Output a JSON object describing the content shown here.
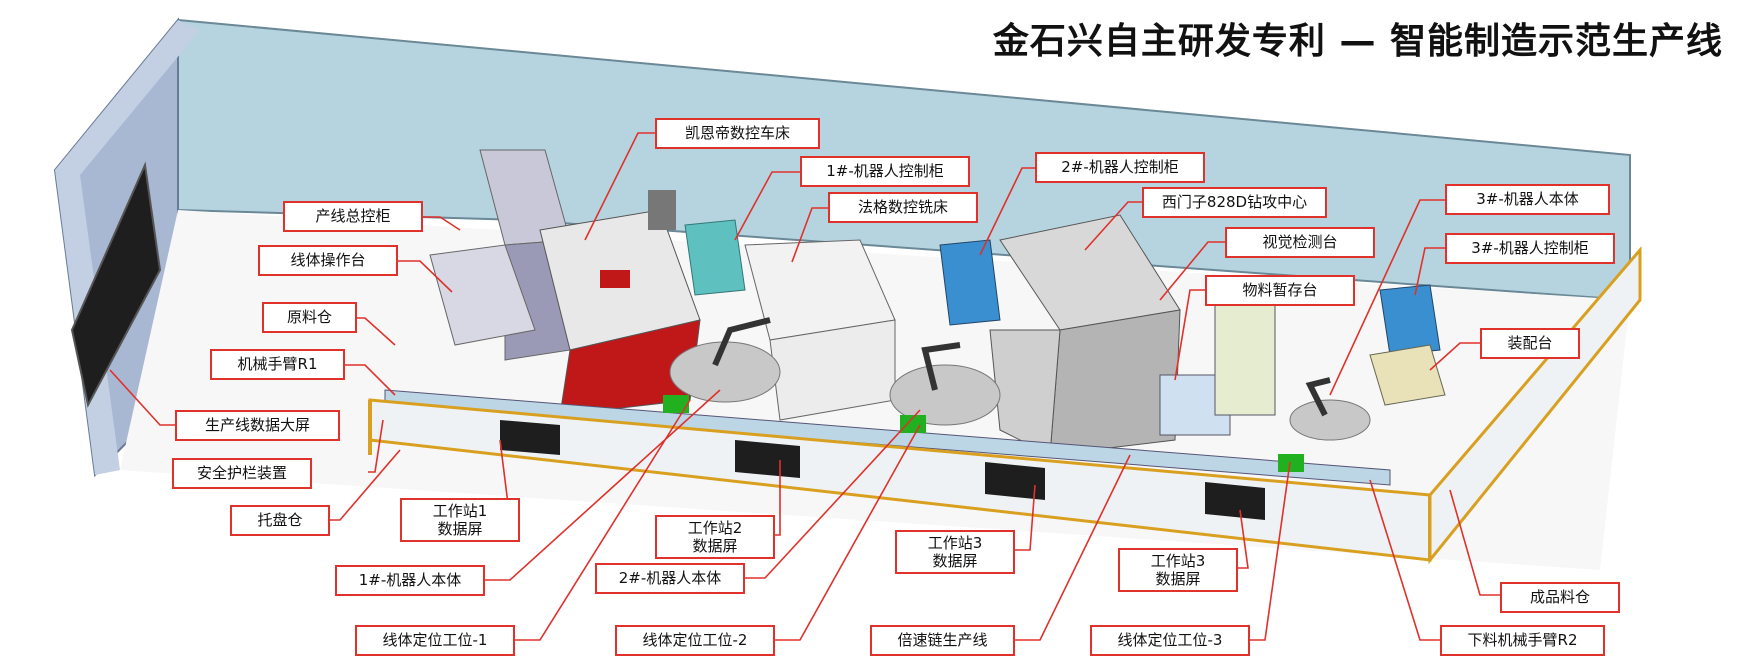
{
  "title": "金石兴自主研发专利 — 智能制造示范生产线",
  "colors": {
    "callout": "#e0312b",
    "wall": "#b6d4e0",
    "floor": "#ffffff"
  },
  "labels": {
    "kaien_lathe": "凯恩帝数控车床",
    "robot1_cabinet": "1#-机器人控制柜",
    "fage_mill": "法格数控铣床",
    "robot2_cabinet": "2#-机器人控制柜",
    "siemens_center": "西门子828D钻攻中心",
    "vision_station": "视觉检测台",
    "buffer_storage": "物料暂存台",
    "robot3_body": "3#-机器人本体",
    "robot3_cabinet": "3#-机器人控制柜",
    "assembly_table": "装配台",
    "line_master_cabinet": "产线总控柜",
    "line_console": "线体操作台",
    "raw_material_bin": "原料仓",
    "arm_r1": "机械手臂R1",
    "big_screen": "生产线数据大屏",
    "safety_fence": "安全护栏装置",
    "pallet_bin": "托盘仓",
    "ws1_screen": [
      "工作站1",
      "数据屏"
    ],
    "ws2_screen": [
      "工作站2",
      "数据屏"
    ],
    "ws3a_screen": [
      "工作站3",
      "数据屏"
    ],
    "ws3b_screen": [
      "工作站3",
      "数据屏"
    ],
    "robot1_body": "1#-机器人本体",
    "robot2_body": "2#-机器人本体",
    "pos1": "线体定位工位-1",
    "pos2": "线体定位工位-2",
    "speed_chain": "倍速链生产线",
    "pos3": "线体定位工位-3",
    "finished_bin": "成品料仓",
    "unload_arm_r2": "下料机械手臂R2"
  }
}
